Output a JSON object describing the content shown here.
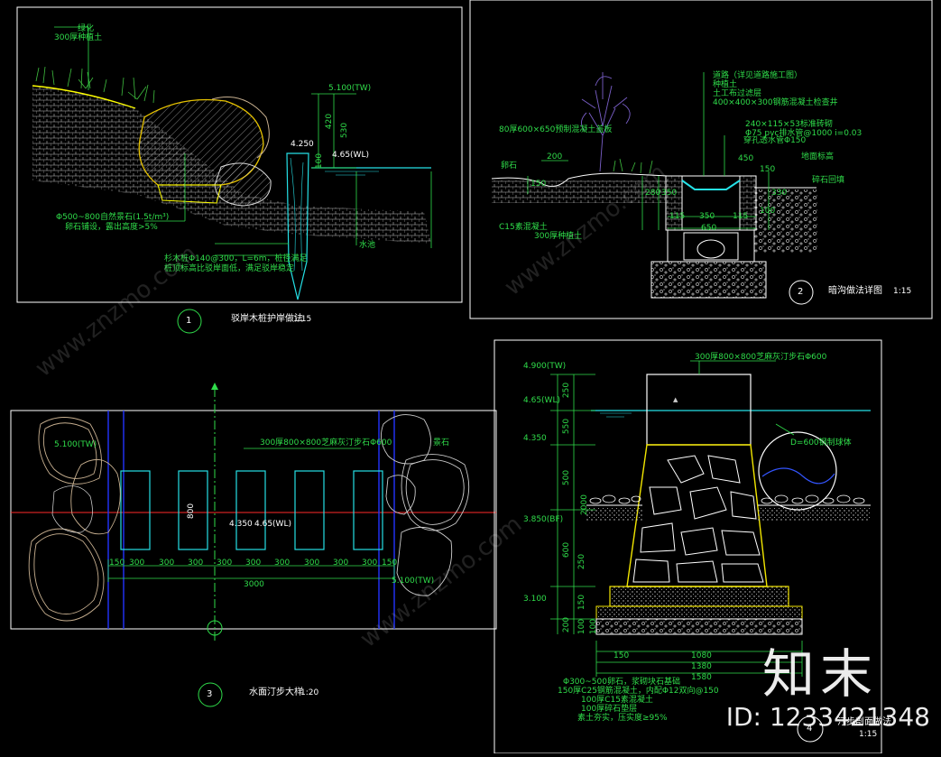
{
  "panels": [
    {
      "id": "1",
      "title": "驳岸木桩护岸做法",
      "scale": "1:15",
      "labels": [
        "绿化",
        "300厚种植土",
        "5.100(TW)",
        "4.250",
        "4.65(WL)",
        "Φ500~800自然景石(1.5t/m³)",
        "卵石铺设，露出高度>5%",
        "杉木桩Φ140@300，L=6m，桩径满足",
        "桩顶标高比驳岸面低，满足驳岸稳定",
        "水池"
      ],
      "dims": [
        "420",
        "530",
        "100"
      ]
    },
    {
      "id": "2",
      "title": "暗沟做法详图",
      "scale": "1:15",
      "labels": [
        "道路（详见道路施工图）",
        "种植土",
        "土工布过滤层",
        "400×400×300钢筋混凝土检查井",
        "80厚600×650预制混凝土盖板",
        "240×115×53标准砖砌",
        "Φ75 pvc排水管@1000 i=0.03",
        "卵石",
        "300厚种植土",
        "C15素混凝土",
        "地面标高",
        "碎石回填",
        "穿孔透水管Φ150"
      ],
      "dims": [
        "200",
        "115",
        "350",
        "115",
        "650",
        "150",
        "280",
        "350",
        "330",
        "450",
        "150",
        "100"
      ]
    },
    {
      "id": "3",
      "title": "水面汀步大样",
      "scale": "1:20",
      "labels": [
        "300厚800×800芝麻灰汀步石Φ600",
        "景石",
        "5.100(TW)",
        "4.350",
        "4.65(WL)",
        "800"
      ],
      "dims": [
        "150",
        "300",
        "300",
        "300",
        "300",
        "300",
        "300",
        "300",
        "300",
        "300",
        "150",
        "3000"
      ]
    },
    {
      "id": "4",
      "title": "汀步剖面做法",
      "scale": "1:15",
      "labels": [
        "300厚800×800芝麻灰汀步石Φ600",
        "D=600钢制球体",
        "4.900(TW)",
        "4.65(WL)",
        "4.350",
        "3.850(BF)",
        "3.100",
        "Φ300~500卵石，浆砌块石基础",
        "150厚C25钢筋混凝土，内配Φ12双向@150",
        "100厚C15素混凝土",
        "100厚碎石垫层",
        "素土夯实，压实度≥95%"
      ],
      "dims": [
        "250",
        "550",
        "500",
        "2000",
        "600",
        "250",
        "150",
        "200",
        "100",
        "100",
        "150",
        "1080",
        "1380",
        "1580"
      ]
    }
  ],
  "watermark": {
    "logo": "知末",
    "id": "ID: 1233421348",
    "site": "www.znzmo.com"
  },
  "colors": {
    "background": "#000000",
    "frame": "#ffffff",
    "dimension": "#2fdc4a",
    "stone": "#f2e600",
    "water": "#25e0e6",
    "axis": "#ff2a2a",
    "blueline": "#2233ff",
    "rock": "#c8b090"
  }
}
